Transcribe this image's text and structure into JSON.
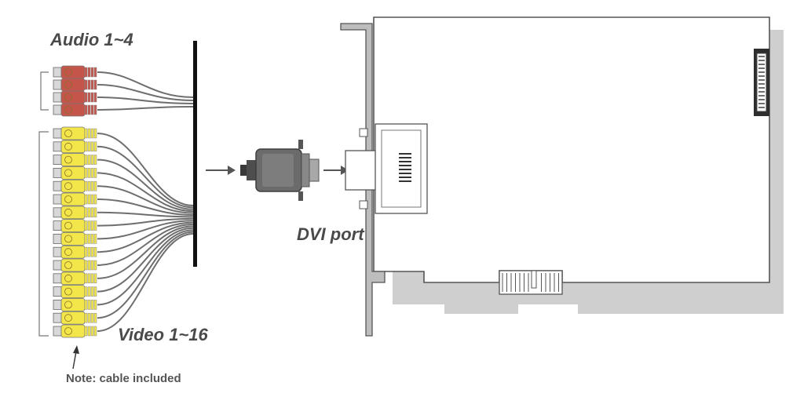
{
  "labels": {
    "audio": "Audio 1~4",
    "video": "Video 1~16",
    "dvi_port": "DVI port",
    "note": "Note: cable included"
  },
  "colors": {
    "audio_connector": "#c4554b",
    "video_connector": "#f2e64a",
    "cable": "#6e6e6e",
    "card_outline": "#555555",
    "card_shadow": "#c9c9c9",
    "dvi_plug": "#6b6b6b"
  },
  "counts": {
    "audio_connectors": 4,
    "video_connectors": 16
  }
}
